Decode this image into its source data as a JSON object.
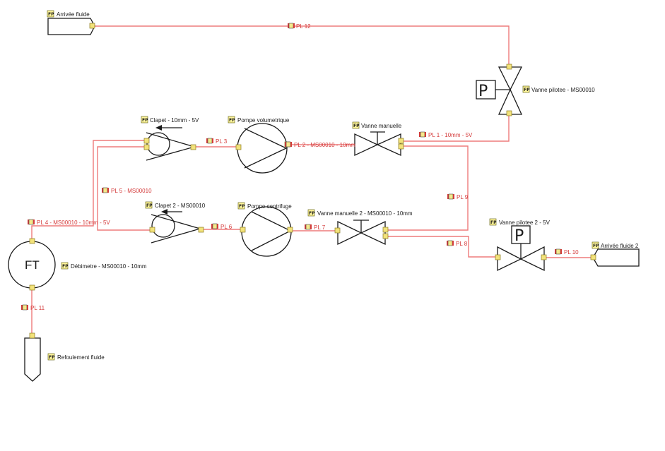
{
  "components": {
    "arrivee_fluide": "Arrivée fluide",
    "arrivee_fluide_2": "Arrivée fluide 2",
    "vanne_pilotee": "Vanne pilotee - MS00010",
    "vanne_pilotee_2": "Vanne pilotee 2 - 5V",
    "clapet": "Clapet - 10mm - 5V",
    "clapet_2": "Clapet 2 - MS00010",
    "pompe_volumetrique": "Pompe volumetrique",
    "pompe_centrifuge": "Pompe centrifuge",
    "vanne_manuelle": "Vanne manuelle",
    "vanne_manuelle_2": "Vanne manuelle 2 - MS00010 - 10mm",
    "debimetre": "Débimetre - MS00010 - 10mm",
    "refoulement": "Refoulement fluide"
  },
  "symbols": {
    "ft": "FT",
    "p": "P",
    "p2": "P",
    "fp_badge": "FP"
  },
  "pipes": {
    "pl1": "PL 1 - 10mm - 5V",
    "pl2": "PL 2 - MS00010 - 10mm",
    "pl3": "PL 3",
    "pl4": "PL 4 - MS00010 - 10mm - 5V",
    "pl5": "PL 5 - MS00010",
    "pl6": "PL 6",
    "pl7": "PL 7",
    "pl8": "PL 8",
    "pl9": "PL 9",
    "pl10": "PL 10",
    "pl11": "PL 11",
    "pl12": "PL 12"
  },
  "colors": {
    "pipe": "#ee7b7b",
    "pipe_label": "#d43a3a",
    "port": "#f2e27a"
  }
}
